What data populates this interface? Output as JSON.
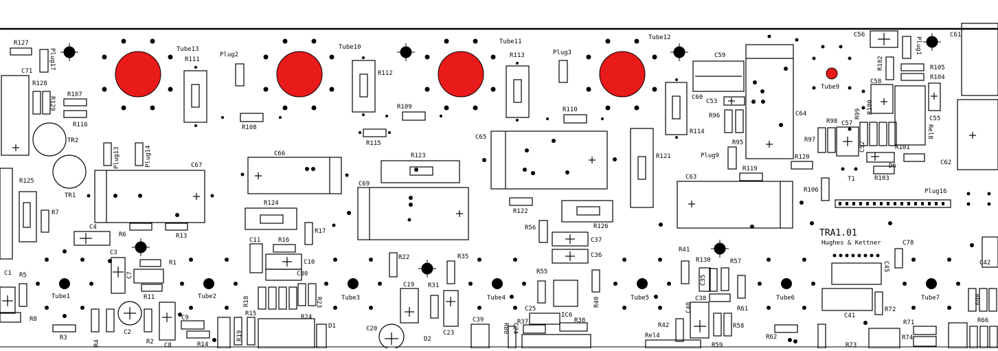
{
  "board": {
    "title": "TRA1.01",
    "maker": "Hughes & Kettner"
  },
  "tubes": [
    "Tube13",
    "Tube10",
    "Tube11",
    "Tube12",
    "Tube9",
    "Tube1",
    "Tube2",
    "Tube3",
    "Tube4",
    "Tube5",
    "Tube6",
    "Tube7"
  ],
  "plugs": [
    "Plug2",
    "Plug3",
    "Plug1",
    "Plug13",
    "Plug14",
    "Plug17",
    "Plug9",
    "Plug16"
  ],
  "transistors": [
    "TR2",
    "TR1",
    "T1"
  ],
  "ics": [
    "IC6"
  ],
  "diodes": [
    "D1",
    "D2",
    "D6"
  ],
  "relays": [
    "Rel4",
    "Rel8"
  ],
  "resistors": [
    "R127",
    "R128",
    "R129",
    "R107",
    "R116",
    "R125",
    "R7",
    "R6",
    "R13",
    "R111",
    "R108",
    "R112",
    "R115",
    "R109",
    "R113",
    "R110",
    "R114",
    "R96",
    "R95",
    "R102",
    "R105",
    "R104",
    "R99",
    "R100",
    "R98",
    "R97",
    "R101",
    "R120",
    "R103",
    "R106",
    "R119",
    "R121",
    "R123",
    "R124",
    "R17",
    "R16",
    "R122",
    "R126",
    "R56",
    "R5",
    "R8",
    "R3",
    "R4",
    "R1",
    "R11",
    "R2",
    "R14",
    "R19",
    "R18",
    "R15",
    "R24",
    "R23",
    "R22",
    "R31",
    "R35",
    "R55",
    "R37",
    "R38",
    "R40",
    "R41",
    "R42",
    "R57",
    "R61",
    "R58",
    "R59",
    "R62",
    "R72",
    "R71",
    "R73",
    "R74",
    "R69",
    "R66",
    "R130",
    "R80"
  ],
  "capacitors": [
    "C71",
    "C56",
    "C61",
    "C59",
    "C60",
    "C53",
    "C64",
    "C58",
    "C57",
    "C55",
    "C52",
    "C62",
    "C63",
    "C65",
    "C66",
    "C67",
    "C69",
    "C4",
    "C3",
    "C7",
    "C11",
    "C10",
    "C80",
    "C1",
    "C2",
    "C8",
    "C9",
    "C19",
    "C23",
    "C20",
    "C24",
    "C25",
    "C39",
    "C37",
    "C36",
    "C35",
    "C38",
    "C40",
    "C41",
    "C45",
    "C78",
    "C42"
  ]
}
